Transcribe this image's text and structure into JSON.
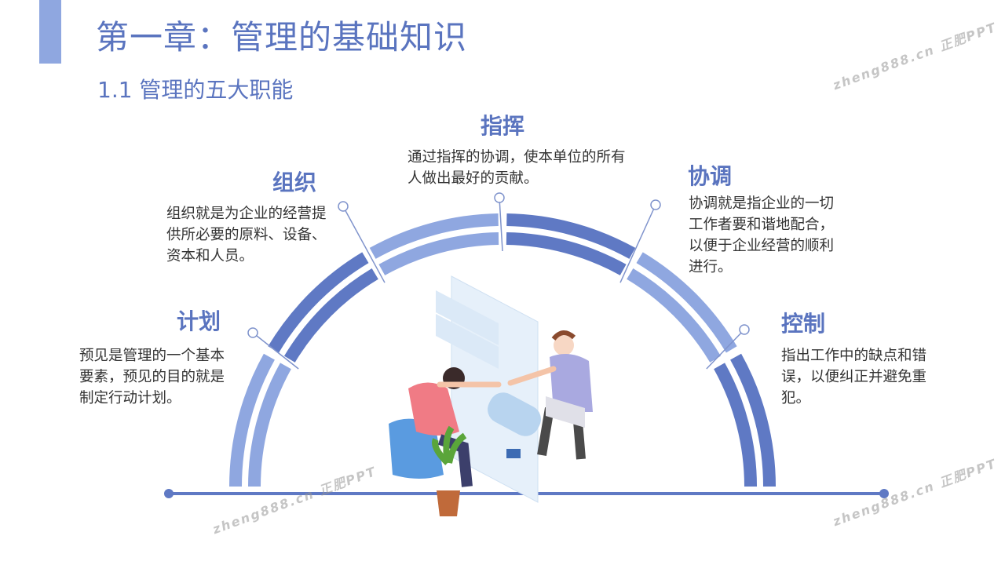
{
  "title": "第一章：管理的基础知识",
  "subtitle": "1.1 管理的五大职能",
  "functions": [
    {
      "heading": "计划",
      "text": "预见是管理的一个基本要素，预见的目的就是制定行动计划。"
    },
    {
      "heading": "组织",
      "text": "组织就是为企业的经营提供所必要的原料、设备、资本和人员。"
    },
    {
      "heading": "指挥",
      "text": "通过指挥的协调，使本单位的所有人做出最好的贡献。"
    },
    {
      "heading": "协调",
      "text": "协调就是指企业的一切工作者要和谐地配合，以便于企业经营的顺利进行。"
    },
    {
      "heading": "控制",
      "text": "指出工作中的缺点和错误，以便纠正并避免重犯。"
    }
  ],
  "watermark": "zheng888.cn 正肥PPT",
  "colors": {
    "accent": "#5a74bf",
    "light": "#8fa7e0",
    "dark": "#5f79c4"
  }
}
